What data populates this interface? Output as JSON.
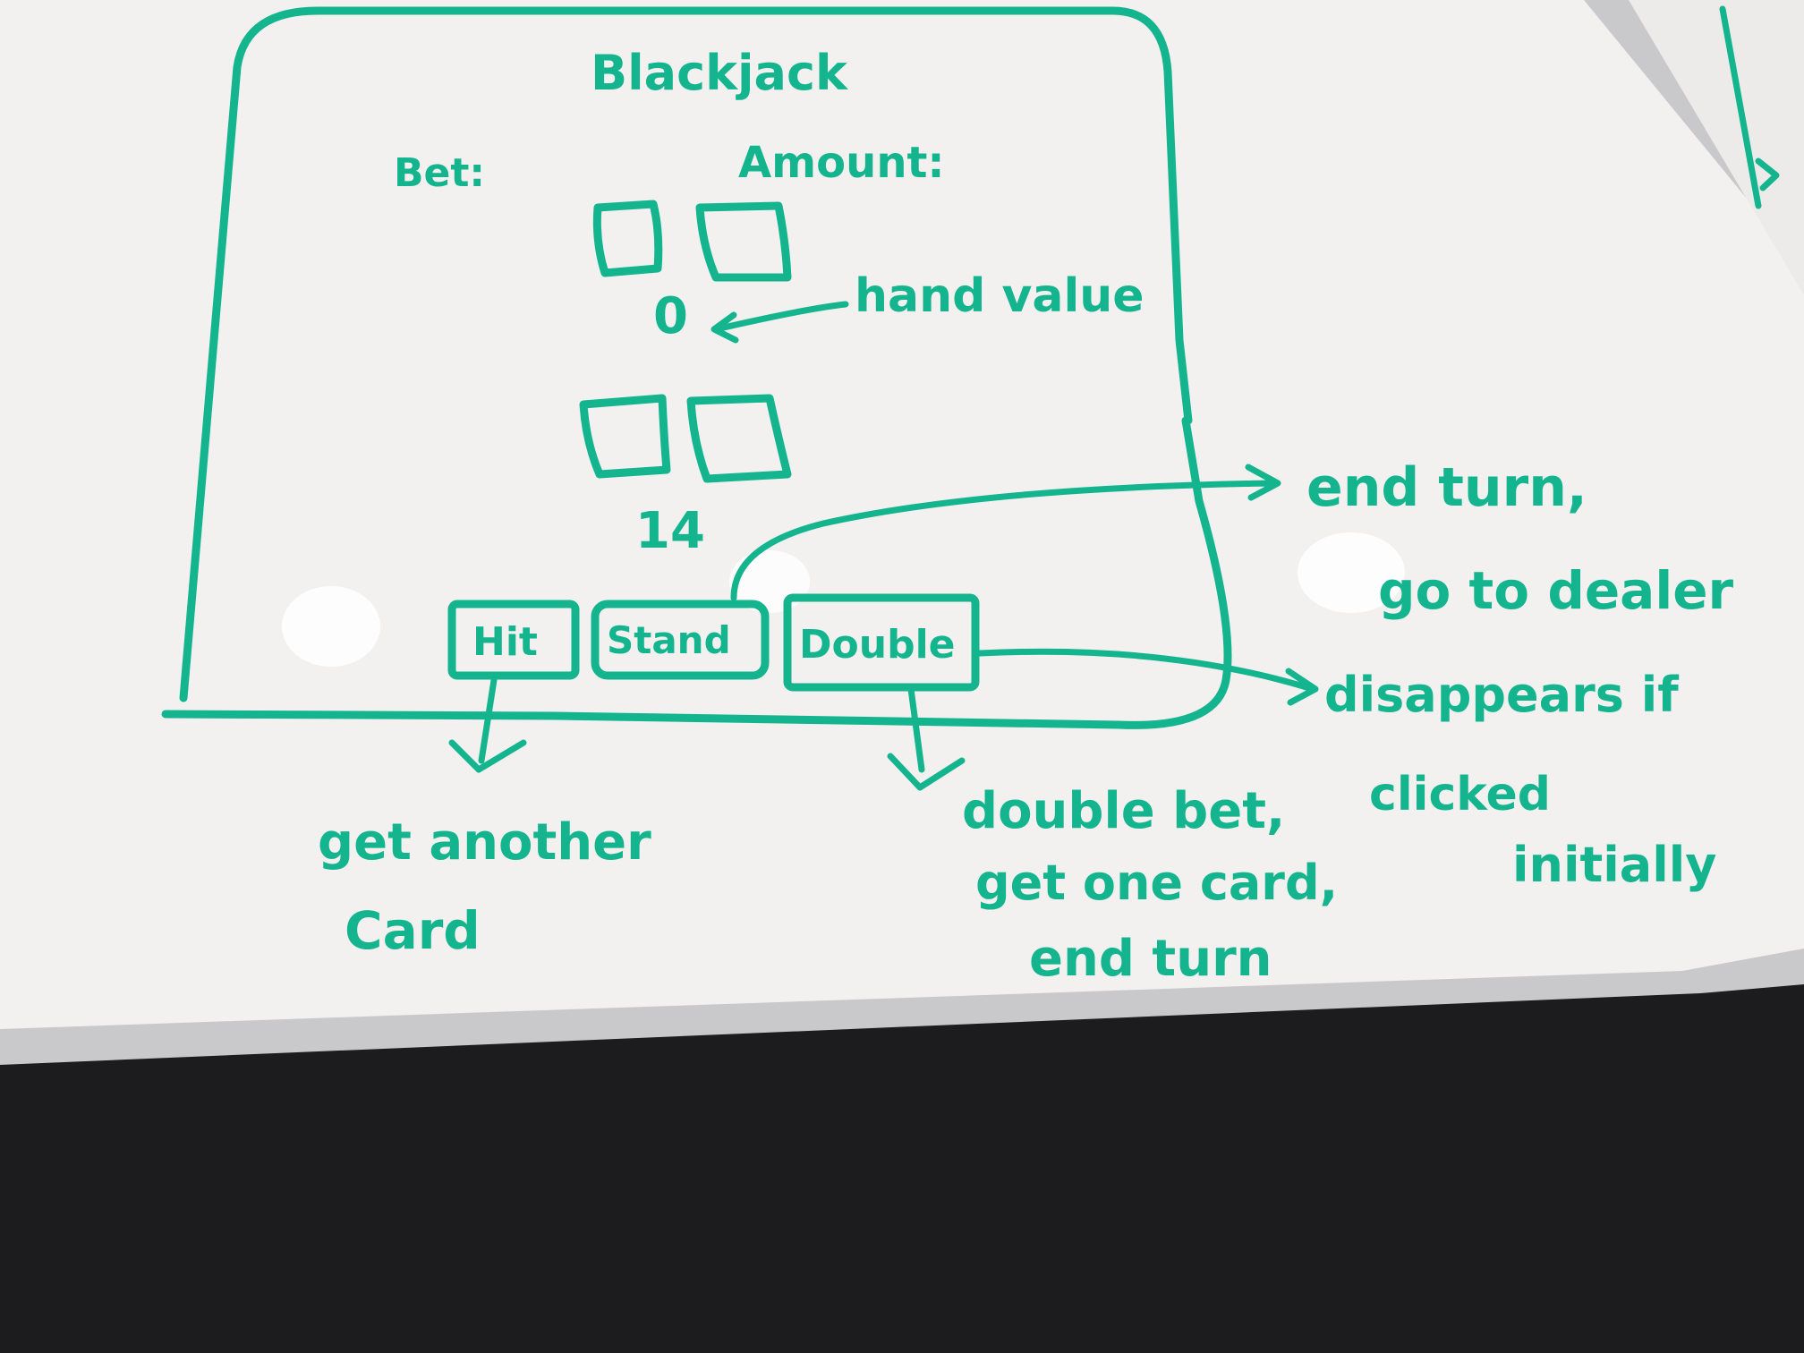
{
  "whiteboard": {
    "title": "Blackjack",
    "bet_label": "Bet:",
    "amount_label": "Amount:",
    "dealer_hand_value": "0",
    "hand_value_annotation": "hand value",
    "player_hand_value": "14",
    "buttons": {
      "hit": "Hit",
      "stand": "Stand",
      "double": "Double"
    },
    "annotations": {
      "hit_note_line1": "get another",
      "hit_note_line2": "Card",
      "stand_note_line1": "end turn,",
      "stand_note_line2": "go to dealer",
      "double_disappears_line1": "disappears if",
      "double_disappears_line2": "clicked",
      "double_disappears_line3": "initially",
      "double_note_line1": "double bet,",
      "double_note_line2": "get one card,",
      "double_note_line3": "end turn"
    }
  },
  "colors": {
    "marker": "#14b58e",
    "board": "#f3f1f0",
    "frame": "#c9c9cb",
    "floor": "#1c1b1d"
  }
}
